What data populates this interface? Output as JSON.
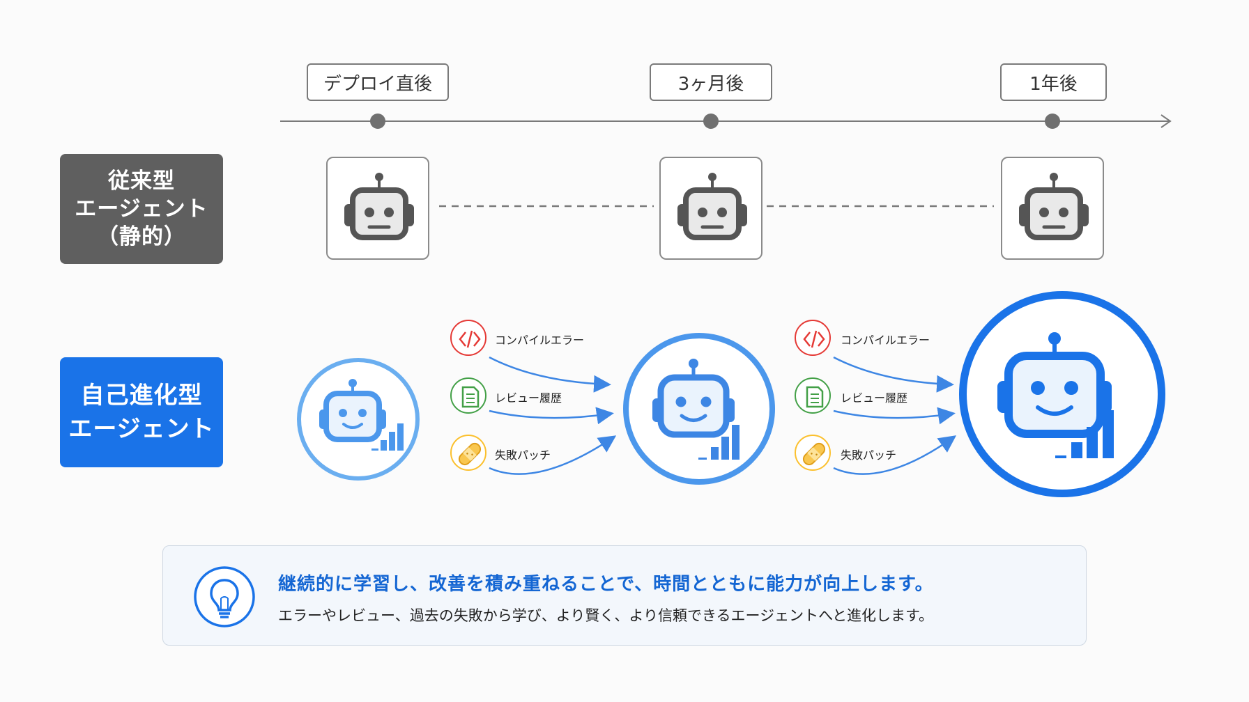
{
  "timeline": {
    "stages": [
      {
        "label": "デプロイ直後"
      },
      {
        "label": "3ヶ月後"
      },
      {
        "label": "1年後"
      }
    ]
  },
  "rows": {
    "static": {
      "label_lines": [
        "従来型",
        "エージェント",
        "（静的）"
      ],
      "color": "#5f5f5f"
    },
    "evolving": {
      "label_lines": [
        "自己進化型",
        "エージェント"
      ],
      "color": "#1a73e8"
    }
  },
  "feedback_sets": [
    {
      "items": [
        {
          "label": "コンパイルエラー",
          "icon": "code-icon",
          "color": "#e53935"
        },
        {
          "label": "レビュー履歴",
          "icon": "document-icon",
          "color": "#43a047"
        },
        {
          "label": "失敗パッチ",
          "icon": "bandage-icon",
          "color": "#fbc02d"
        }
      ]
    },
    {
      "items": [
        {
          "label": "コンパイルエラー",
          "icon": "code-icon",
          "color": "#e53935"
        },
        {
          "label": "レビュー履歴",
          "icon": "document-icon",
          "color": "#43a047"
        },
        {
          "label": "失敗パッチ",
          "icon": "bandage-icon",
          "color": "#fbc02d"
        }
      ]
    }
  ],
  "summary": {
    "icon": "lightbulb-icon",
    "headline": "継続的に学習し、改善を積み重ねることで、時間とともに能力が向上します。",
    "body": "エラーやレビュー、過去の失敗から学び、より賢く、より信頼できるエージェントへと進化します。"
  },
  "colors": {
    "accent_blue": "#1a73e8",
    "light_blue": "#6aaef0",
    "mid_blue": "#4b97ec",
    "gray": "#6e6e6e"
  }
}
